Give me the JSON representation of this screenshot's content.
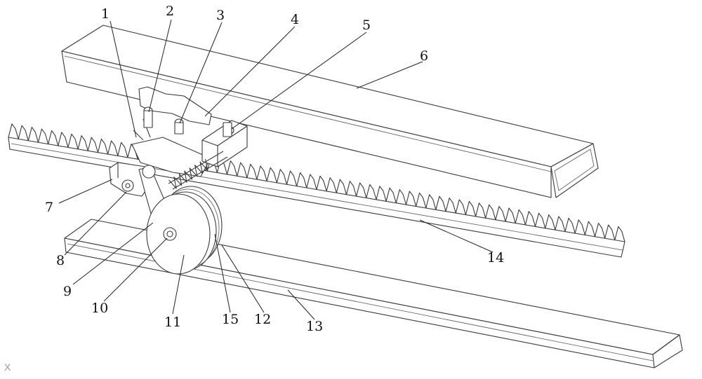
{
  "labels": {
    "l1": "1",
    "l2": "2",
    "l3": "3",
    "l4": "4",
    "l5": "5",
    "l6": "6",
    "l7": "7",
    "l8": "8",
    "l9": "9",
    "l10": "10",
    "l11": "11",
    "l12": "12",
    "l13": "13",
    "l14": "14",
    "l15": "15"
  },
  "corner_mark": "X"
}
